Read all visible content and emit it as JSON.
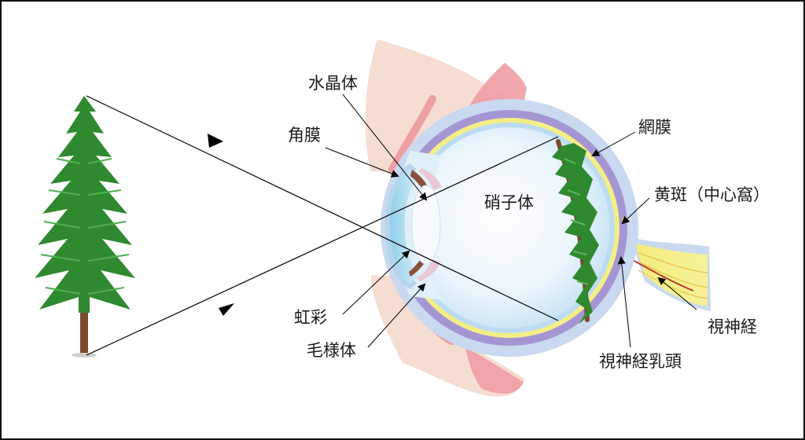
{
  "labels": {
    "lens": "水晶体",
    "cornea": "角膜",
    "vitreous": "硝子体",
    "retina": "網膜",
    "macula": "黄斑（中心窩）",
    "iris": "虹彩",
    "ciliary_body": "毛様体",
    "optic_nerve": "視神経",
    "optic_disc": "視神経乳頭"
  },
  "colors": {
    "sclera": "#c9d9f0",
    "choroid": "#a596d3",
    "retina_band": "#f4ee86",
    "vitreous_center": "#ffffff",
    "vitreous_edge": "#bcdcf3",
    "eyelid_skin": "#f6ddd1",
    "eyelid_rim": "#ee9fa3",
    "iris": "#8c4f3a",
    "tree_trunk": "#7a4a2b",
    "foliage": "#2f8a2f"
  }
}
